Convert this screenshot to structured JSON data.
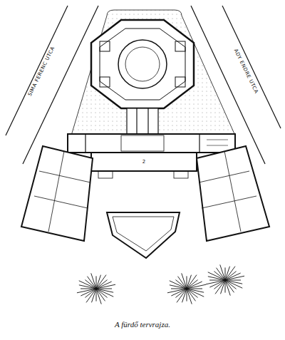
{
  "diagram": {
    "caption": "A fürdő tervrajza.",
    "labels": [
      "SIMA FERENC UTCA",
      "ADY ENDRE UTCA",
      "2"
    ]
  }
}
